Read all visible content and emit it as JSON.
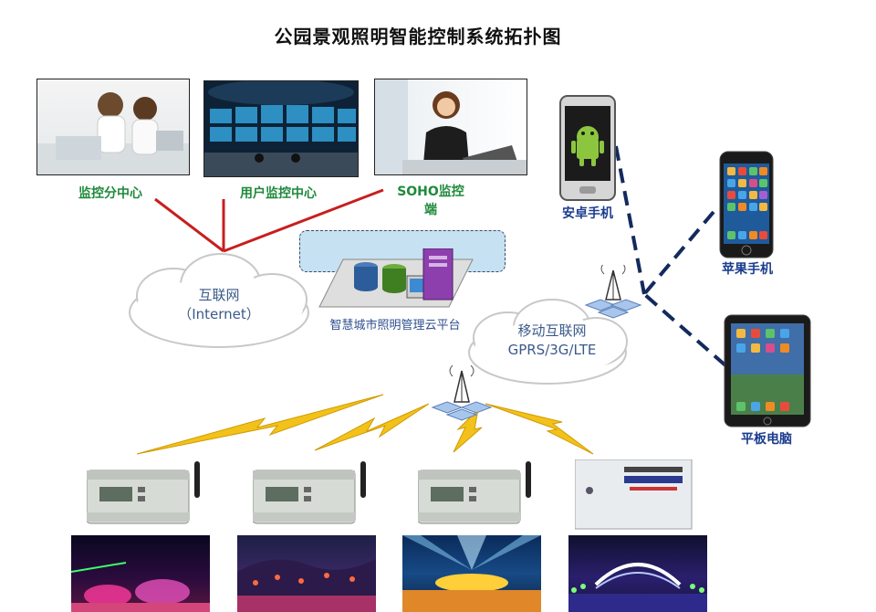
{
  "title": "公园景观照明智能控制系统拓扑图",
  "centers": {
    "monitor_sub_center": "监控分中心",
    "user_monitor_center": "用户监控中心",
    "soho_line1": "SOHO监控",
    "soho_line2": "端"
  },
  "internet": {
    "line1": "互联网",
    "line2": "（Internet）"
  },
  "platform": "智慧城市照明管理云平台",
  "mobile_net": {
    "line1": "移动互联网",
    "line2": "GPRS/3G/LTE"
  },
  "devices": {
    "android": "安卓手机",
    "iphone": "苹果手机",
    "tablet": "平板电脑"
  },
  "colors": {
    "center_label": "#1f8a3b",
    "device_label": "#1b3d8f",
    "wired_line": "#c81e1e",
    "mobile_link": "#132a5c",
    "lightning": "#f2c21b"
  }
}
